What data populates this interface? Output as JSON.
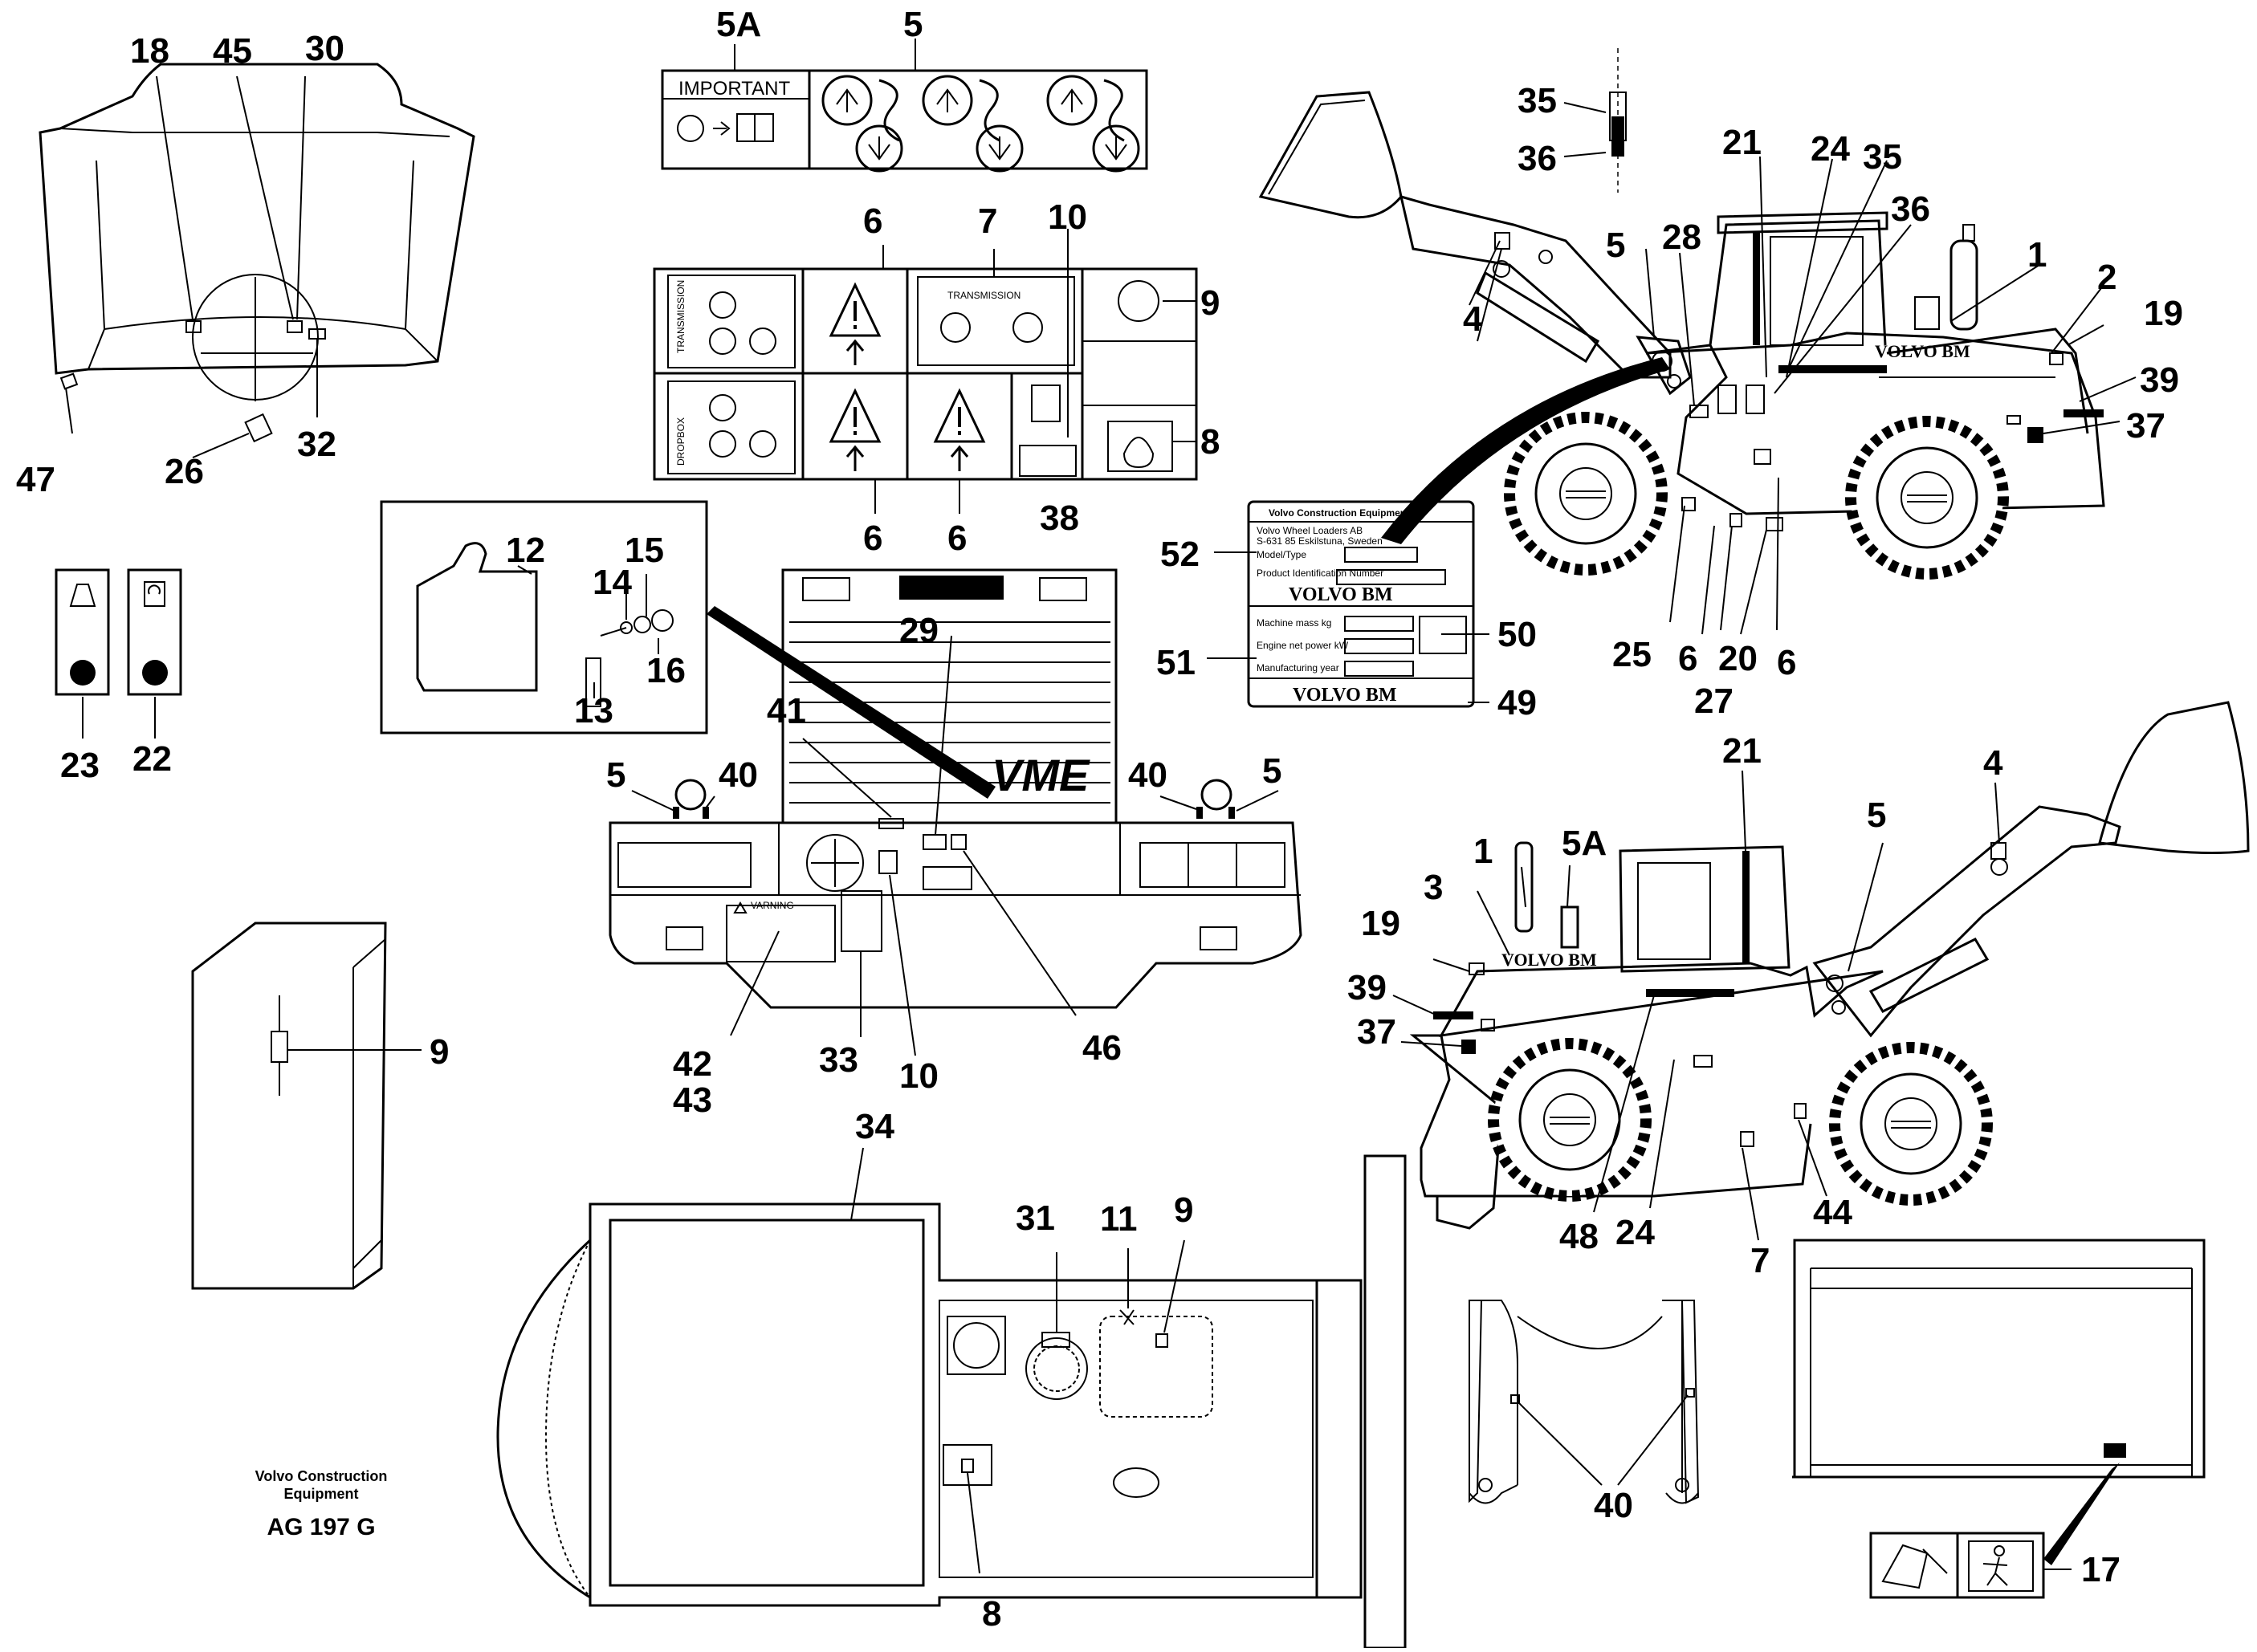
{
  "callouts": {
    "c5A_top": "5A",
    "c5_top": "5",
    "c18": "18",
    "c45": "45",
    "c30": "30",
    "c47": "47",
    "c26": "26",
    "c32": "32",
    "c23": "23",
    "c22": "22",
    "c6_a": "6",
    "c7": "7",
    "c10_a": "10",
    "c9_a": "9",
    "c8_a": "8",
    "c6_b": "6",
    "c6_c": "6",
    "c38": "38",
    "c12": "12",
    "c15": "15",
    "c14": "14",
    "c16": "16",
    "c13": "13",
    "c29": "29",
    "c41": "41",
    "c5_l": "5",
    "c40_l": "40",
    "c40_r": "40",
    "c5_r": "5",
    "c42": "42",
    "c43": "43",
    "c33": "33",
    "c10_b": "10",
    "c46": "46",
    "c9_b": "9",
    "c35_a": "35",
    "c36_a": "36",
    "c21_a": "21",
    "c24_a": "24",
    "c35_b": "35",
    "c36_b": "36",
    "c5_m": "5",
    "c28": "28",
    "c1_a": "1",
    "c2": "2",
    "c19_a": "19",
    "c39_a": "39",
    "c37_a": "37",
    "c4_a": "4",
    "c25": "25",
    "c6_d": "6",
    "c27": "27",
    "c20": "20",
    "c6_e": "6",
    "c52": "52",
    "c51": "51",
    "c50": "50",
    "c49": "49",
    "c21_b": "21",
    "c4_b": "4",
    "c5A_b": "5A",
    "c1_b": "1",
    "c3": "3",
    "c5_n": "5",
    "c19_b": "19",
    "c39_b": "39",
    "c37_b": "37",
    "c48": "48",
    "c24_b": "24",
    "c7_b": "7",
    "c44": "44",
    "c34": "34",
    "c31": "31",
    "c11": "11",
    "c9_c": "9",
    "c8_b": "8",
    "c40_f": "40",
    "c17": "17"
  },
  "decal_texts": {
    "important": "IMPORTANT",
    "transmission_side": "TRANSMISSION",
    "transmission_top": "TRANSMISSION",
    "dropbox": "DROPBOX",
    "warning": "VARNING",
    "brand_loader_1": "VOLVO BM",
    "brand_loader_2": "VOLVO BM",
    "vme_logo": "VME"
  },
  "plate": {
    "header": "Volvo Construction Equipment",
    "company": "Volvo Wheel Loaders AB",
    "address": "S-631 85 Eskilstuna, Sweden",
    "model_label": "Model/Type",
    "product_label": "Product Identification Number",
    "brand_top": "VOLVO BM",
    "mass_label": "Machine mass kg",
    "power_label": "Engine net power kW",
    "year_label": "Manufacturing year",
    "brand_bottom": "VOLVO BM"
  },
  "footer": {
    "org_line1": "Volvo Construction",
    "org_line2": "Equipment",
    "drawing_id": "AG 197 G"
  },
  "colors": {
    "ink": "#000000",
    "paper": "#ffffff"
  }
}
